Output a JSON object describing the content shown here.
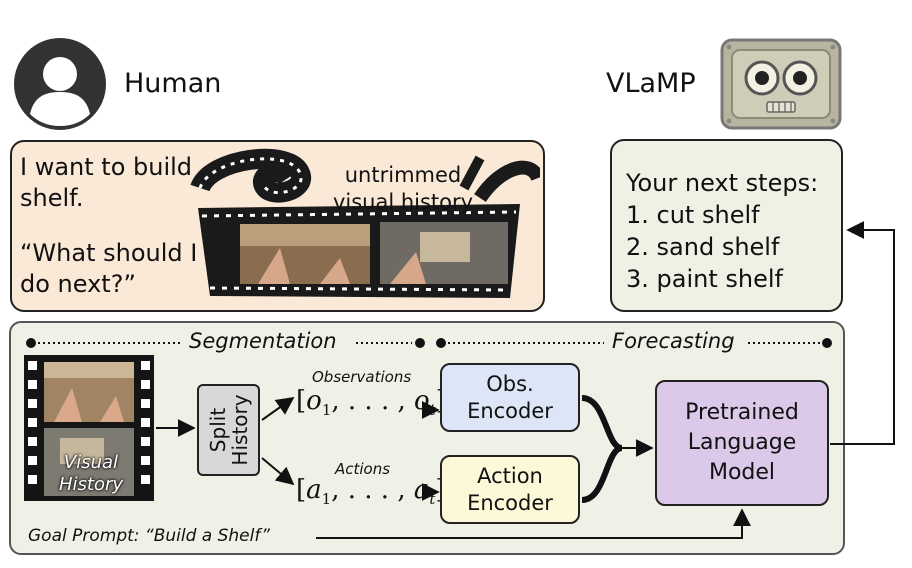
{
  "human": {
    "title": "Human",
    "line1": "I want to build",
    "line2": "shelf.",
    "question1": "“What should I",
    "question2": "do next?”",
    "film_label1": "untrimmed",
    "film_label2": "visual history"
  },
  "agent": {
    "title": "VLaMP",
    "reply_title": "Your next steps:",
    "steps": [
      "1. cut shelf",
      "2. sand shelf",
      "3. paint shelf"
    ]
  },
  "pipeline": {
    "segmentation_title": "Segmentation",
    "forecasting_title": "Forecasting",
    "film_label1": "Visual",
    "film_label2": "History",
    "split_line1": "Split",
    "split_line2": "History",
    "observations_label": "Observations",
    "actions_label": "Actions",
    "obs_encoder1": "Obs.",
    "obs_encoder2": "Encoder",
    "action_encoder1": "Action",
    "action_encoder2": "Encoder",
    "lm_line1": "Pretrained",
    "lm_line2": "Language",
    "lm_line3": "Model",
    "goal_prompt": "Goal Prompt: “Build a Shelf”"
  },
  "colors": {
    "human_box": "#fbe9d7",
    "reply_box": "#eef1e4",
    "pipeline_bg": "#f0f1e6",
    "obs_encoder": "#dde6f7",
    "action_encoder": "#fcf8d8",
    "language_model": "#dcc9ea",
    "split_box": "#d8d8d8"
  }
}
